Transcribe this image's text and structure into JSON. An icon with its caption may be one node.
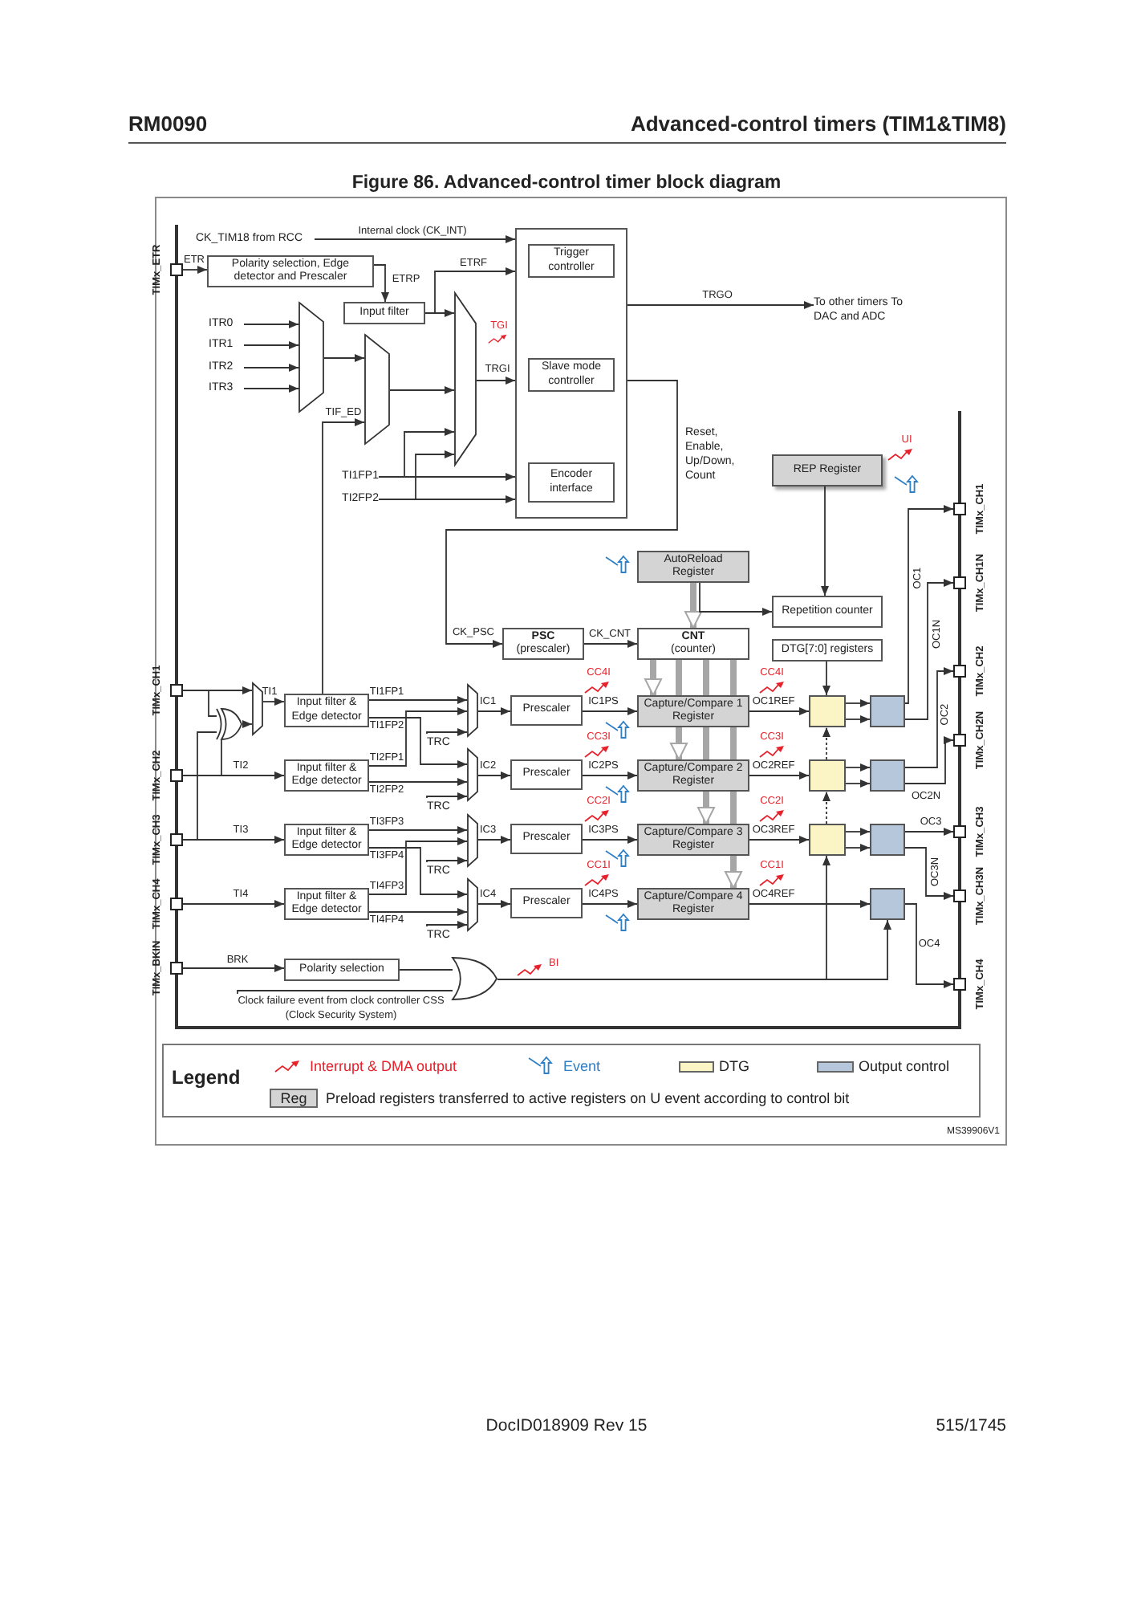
{
  "diagram": {
    "title": "Figure 86. Advanced-control timer block diagram",
    "nodes": [
      {
        "text": [],
        "shape": "box",
        "beside": [
          "TIMx_ETR"
        ]
      },
      {
        "text": [
          "CK_TIM18 from RCC"
        ]
      },
      {
        "text": [
          "Polarity selection, Edge detector and Prescaler"
        ]
      },
      {
        "text": [
          "Input filter"
        ]
      },
      {
        "text": [
          "ITR0"
        ]
      },
      {
        "text": [
          "ITR1"
        ]
      },
      {
        "text": [
          "ITR2"
        ]
      },
      {
        "text": [
          "ITR3"
        ]
      },
      {
        "text": [],
        "shape": "trapezoid"
      },
      {
        "text": [],
        "shape": "trapezoid"
      },
      {
        "text": [],
        "shape": "trapezoid"
      },
      {
        "text": [
          "TI1FP1"
        ]
      },
      {
        "text": [
          "TI2FP2"
        ]
      },
      {
        "text": [],
        "shape": "box"
      },
      {
        "text": [
          "Trigger controller"
        ],
        "in": 13
      },
      {
        "text": [
          "Slave mode controller"
        ],
        "in": 13
      },
      {
        "text": [
          "Encoder interface"
        ],
        "in": 13
      },
      {
        "text": [
          "To other timers To DAC and ADC"
        ]
      },
      {
        "text": [
          "REP Register"
        ]
      },
      {
        "text": [
          "AutoReload Register"
        ]
      },
      {
        "text": [
          "Repetition counter"
        ]
      },
      {
        "text": [
          "PSC",
          "(prescaler)"
        ]
      },
      {
        "text": [
          "CNT",
          "(counter)"
        ]
      },
      {
        "text": [
          "DTG[7:0] registers"
        ]
      },
      {
        "text": [],
        "shape": "box",
        "beside": [
          "TIMx_CH1"
        ]
      },
      {
        "text": [],
        "shape": "box",
        "beside": [
          "TIMx_CH2"
        ]
      },
      {
        "text": [],
        "shape": "box",
        "beside": [
          "TIMx_CH3"
        ]
      },
      {
        "text": [],
        "shape": "box",
        "beside": [
          "TIMx_CH4"
        ]
      },
      {
        "text": [],
        "shape": "box",
        "beside": [
          "TIMx_BKIN"
        ]
      },
      {
        "text": [],
        "shape": "gate"
      },
      {
        "text": [],
        "shape": "trapezoid"
      },
      {
        "text": [
          "Input filter & Edge detector"
        ]
      },
      {
        "text": [
          "Input filter & Edge detector"
        ]
      },
      {
        "text": [
          "Input filter & Edge detector"
        ]
      },
      {
        "text": [
          "Input filter & Edge detector"
        ]
      },
      {
        "text": [
          "TRC"
        ]
      },
      {
        "text": [
          "TRC"
        ]
      },
      {
        "text": [
          "TRC"
        ]
      },
      {
        "text": [
          "TRC"
        ]
      },
      {
        "text": [],
        "shape": "trapezoid"
      },
      {
        "text": [],
        "shape": "trapezoid"
      },
      {
        "text": [],
        "shape": "trapezoid"
      },
      {
        "text": [],
        "shape": "trapezoid"
      },
      {
        "text": [
          "Prescaler"
        ]
      },
      {
        "text": [
          "Prescaler"
        ]
      },
      {
        "text": [
          "Prescaler"
        ]
      },
      {
        "text": [
          "Prescaler"
        ]
      },
      {
        "text": [
          "Capture/Compare 1 Register"
        ]
      },
      {
        "text": [
          "Capture/Compare 2 Register"
        ]
      },
      {
        "text": [
          "Capture/Compare 3 Register"
        ]
      },
      {
        "text": [
          "Capture/Compare 4 Register"
        ]
      },
      {
        "text": [],
        "shape": "box"
      },
      {
        "text": [],
        "shape": "box"
      },
      {
        "text": [],
        "shape": "box"
      },
      {
        "text": [],
        "shape": "box"
      },
      {
        "text": [],
        "shape": "box"
      },
      {
        "text": [],
        "shape": "box"
      },
      {
        "text": [],
        "shape": "box"
      },
      {
        "text": [],
        "shape": "box",
        "beside": [
          "TIMx_CH1"
        ]
      },
      {
        "text": [],
        "shape": "box",
        "beside": [
          "TIMx_CH1N"
        ]
      },
      {
        "text": [],
        "shape": "box",
        "beside": [
          "TIMx_CH2"
        ]
      },
      {
        "text": [],
        "shape": "box",
        "beside": [
          "TIMx_CH2N"
        ]
      },
      {
        "text": [],
        "shape": "box",
        "beside": [
          "TIMx_CH3"
        ]
      },
      {
        "text": [],
        "shape": "box",
        "beside": [
          "TIMx_CH3N"
        ]
      },
      {
        "text": [],
        "shape": "box",
        "beside": [
          "TIMx_CH4"
        ]
      },
      {
        "text": [
          "Polarity selection"
        ]
      },
      {
        "text": [
          "Clock failure event from clock controller CSS (Clock Security System)"
        ]
      },
      {
        "text": [],
        "shape": "gate"
      }
    ],
    "edges": [
      {
        "from": 1,
        "to": 13,
        "arrow": "to",
        "label": "Internal clock (CK_INT)"
      },
      {
        "from": 0,
        "to": 2,
        "arrow": "to",
        "label": "ETR"
      },
      {
        "from": 2,
        "to": 3,
        "arrow": "to",
        "label": "ETRP"
      },
      {
        "from": 3,
        "to": 13,
        "arrow": "to",
        "label": "ETRF"
      },
      {
        "from": 3,
        "to": 10,
        "arrow": "to"
      },
      {
        "from": 4,
        "to": 8,
        "arrow": "to"
      },
      {
        "from": 5,
        "to": 8,
        "arrow": "to"
      },
      {
        "from": 6,
        "to": 8,
        "arrow": "to"
      },
      {
        "from": 7,
        "to": 8,
        "arrow": "to"
      },
      {
        "from": 8,
        "to": 9,
        "arrow": "to"
      },
      {
        "from": 31,
        "to": 9,
        "arrow": "to",
        "label": "TIF_ED"
      },
      {
        "from": 9,
        "to": 10,
        "arrow": "to"
      },
      {
        "from": 11,
        "to": 10,
        "arrow": "to"
      },
      {
        "from": 12,
        "to": 10,
        "arrow": "to"
      },
      {
        "from": 11,
        "to": 13,
        "arrow": "to"
      },
      {
        "from": 12,
        "to": 13,
        "arrow": "to"
      },
      {
        "from": 10,
        "to": 13,
        "arrow": "to",
        "label": "TRGI"
      },
      {
        "from": 13,
        "to": 17,
        "arrow": "to",
        "label": "TRGO"
      },
      {
        "from": 13,
        "to": 21,
        "arrow": "to",
        "label": "CK_PSC"
      },
      {
        "from": 21,
        "to": 22,
        "arrow": "to",
        "label": "CK_CNT"
      },
      {
        "from": 19,
        "to": 22,
        "arrow": "to",
        "style": "thick",
        "color": "#a6a6a6"
      },
      {
        "from": 19,
        "to": 20,
        "arrow": "to"
      },
      {
        "from": 18,
        "to": 20,
        "arrow": "to"
      },
      {
        "from": 23,
        "to": 51,
        "arrow": "to"
      },
      {
        "from": 22,
        "to": 47,
        "arrow": "to",
        "style": "thick",
        "color": "#a6a6a6"
      },
      {
        "from": 22,
        "to": 47,
        "arrow": "none",
        "style": "thick",
        "color": "#a6a6a6"
      },
      {
        "from": 22,
        "to": 47,
        "arrow": "none",
        "style": "thick",
        "color": "#a6a6a6"
      },
      {
        "from": 22,
        "to": 47,
        "arrow": "none",
        "style": "thick",
        "color": "#a6a6a6"
      },
      {
        "from": 24,
        "to": 30,
        "arrow": "to"
      },
      {
        "from": 24,
        "to": 29,
        "arrow": "none"
      },
      {
        "from": 25,
        "to": 29,
        "arrow": "none"
      },
      {
        "from": 26,
        "to": 29,
        "arrow": "none"
      },
      {
        "from": 29,
        "to": 30,
        "arrow": "to"
      },
      {
        "from": 30,
        "to": 31,
        "arrow": "to",
        "label": "TI1"
      },
      {
        "from": 25,
        "to": 32,
        "arrow": "to",
        "label": "TI2"
      },
      {
        "from": 26,
        "to": 33,
        "arrow": "to",
        "label": "TI3"
      },
      {
        "from": 27,
        "to": 34,
        "arrow": "to",
        "label": "TI4"
      },
      {
        "from": 31,
        "to": 39,
        "arrow": "to",
        "label": "TI1FP1"
      },
      {
        "from": 31,
        "to": 40,
        "arrow": "to",
        "label": "TI1FP2"
      },
      {
        "from": 32,
        "to": 39,
        "arrow": "to",
        "label": "TI2FP1"
      },
      {
        "from": 32,
        "to": 40,
        "arrow": "to",
        "label": "TI2FP2"
      },
      {
        "from": 33,
        "to": 41,
        "arrow": "to",
        "label": "TI3FP3"
      },
      {
        "from": 33,
        "to": 42,
        "arrow": "to",
        "label": "TI3FP4"
      },
      {
        "from": 34,
        "to": 41,
        "arrow": "to",
        "label": "TI4FP3"
      },
      {
        "from": 34,
        "to": 42,
        "arrow": "to",
        "label": "TI4FP4"
      },
      {
        "from": 35,
        "to": 39,
        "arrow": "to"
      },
      {
        "from": 36,
        "to": 40,
        "arrow": "to"
      },
      {
        "from": 37,
        "to": 41,
        "arrow": "to"
      },
      {
        "from": 38,
        "to": 42,
        "arrow": "to"
      },
      {
        "from": 39,
        "to": 43,
        "arrow": "to",
        "label": "IC1"
      },
      {
        "from": 40,
        "to": 44,
        "arrow": "to",
        "label": "IC2"
      },
      {
        "from": 41,
        "to": 45,
        "arrow": "to",
        "label": "IC3"
      },
      {
        "from": 42,
        "to": 46,
        "arrow": "to",
        "label": "IC4"
      },
      {
        "from": 43,
        "to": 47,
        "arrow": "to",
        "label": "IC1PS"
      },
      {
        "from": 44,
        "to": 48,
        "arrow": "to",
        "label": "IC2PS"
      },
      {
        "from": 45,
        "to": 49,
        "arrow": "to",
        "label": "IC3PS"
      },
      {
        "from": 46,
        "to": 50,
        "arrow": "to",
        "label": "IC4PS"
      },
      {
        "from": 47,
        "to": 51,
        "arrow": "to",
        "label": "OC1REF"
      },
      {
        "from": 48,
        "to": 52,
        "arrow": "to",
        "label": "OC2REF"
      },
      {
        "from": 49,
        "to": 53,
        "arrow": "to",
        "label": "OC3REF"
      },
      {
        "from": 50,
        "to": 57,
        "arrow": "to",
        "label": "OC4REF"
      },
      {
        "from": 51,
        "to": 54,
        "arrow": "to"
      },
      {
        "from": 51,
        "to": 54,
        "arrow": "to"
      },
      {
        "from": 52,
        "to": 55,
        "arrow": "to"
      },
      {
        "from": 52,
        "to": 55,
        "arrow": "to"
      },
      {
        "from": 53,
        "to": 56,
        "arrow": "to"
      },
      {
        "from": 53,
        "to": 56,
        "arrow": "to"
      },
      {
        "from": 54,
        "to": 58,
        "arrow": "to",
        "label": "OC1"
      },
      {
        "from": 54,
        "to": 59,
        "arrow": "to",
        "label": "OC1N"
      },
      {
        "from": 55,
        "to": 60,
        "arrow": "to",
        "label": "OC2"
      },
      {
        "from": 55,
        "to": 61,
        "arrow": "to",
        "label": "OC2N"
      },
      {
        "from": 56,
        "to": 62,
        "arrow": "to",
        "label": "OC3"
      },
      {
        "from": 56,
        "to": 63,
        "arrow": "to",
        "label": "OC3N"
      },
      {
        "from": 57,
        "to": 64,
        "arrow": "to",
        "label": "OC4"
      },
      {
        "from": 28,
        "to": 65,
        "arrow": "to",
        "label": "BRK"
      },
      {
        "from": 65,
        "to": 67,
        "arrow": "none"
      },
      {
        "from": 66,
        "to": 67,
        "arrow": "none"
      },
      {
        "from": 67,
        "to": 57,
        "arrow": "to"
      },
      {
        "from": 67,
        "to": 53,
        "arrow": "to"
      },
      {
        "from": 53,
        "to": 52,
        "arrow": "to",
        "style": "dashed"
      },
      {
        "from": 52,
        "to": 51,
        "arrow": "to",
        "style": "dashed"
      },
      {
        "from": 47,
        "to": 48,
        "arrow": "to",
        "style": "thick",
        "color": "#a6a6a6"
      },
      {
        "from": 47,
        "to": 48,
        "arrow": "none",
        "style": "thick",
        "color": "#a6a6a6"
      },
      {
        "from": 47,
        "to": 48,
        "arrow": "none",
        "style": "thick",
        "color": "#a6a6a6"
      },
      {
        "from": 48,
        "to": 49,
        "arrow": "to",
        "style": "thick",
        "color": "#a6a6a6"
      },
      {
        "from": 48,
        "to": 49,
        "arrow": "none",
        "style": "thick",
        "color": "#a6a6a6"
      },
      {
        "from": 49,
        "to": 50,
        "arrow": "to",
        "style": "thick",
        "color": "#a6a6a6"
      }
    ],
    "labels": [
      "RM0090",
      "Advanced-control timers (TIM1&TIM8)",
      "TGI",
      "Reset, Enable, Up/Down, Count",
      "UI",
      "CC4I",
      "CC4I",
      "CC3I",
      "CC3I",
      "CC2I",
      "CC2I",
      "CC1I",
      "CC1I",
      "BI",
      "Legend",
      "Reg",
      "MS39906V1",
      "DocID018909 Rev 15",
      "515/1745"
    ],
    "legend": [
      {
        "text": "Interrupt & DMA output"
      },
      {
        "text": "Event"
      },
      {
        "text": "DTG",
        "color": "#fbf5c6"
      },
      {
        "text": "Output control",
        "color": "#b7c7db"
      },
      {
        "text": "Preload registers transferred to active registers on U event according to control bit",
        "color": "#d4d4d4"
      }
    ]
  }
}
